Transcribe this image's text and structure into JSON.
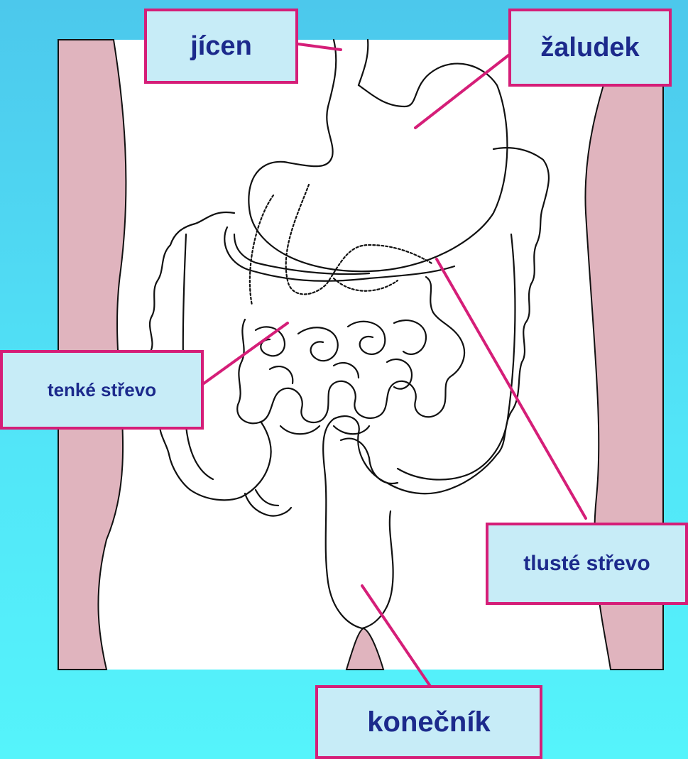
{
  "labels": {
    "esophagus": "jícen",
    "stomach": "žaludek",
    "small_intestine": "tenké střevo",
    "large_intestine": "tlusté střevo",
    "rectum": "konečník"
  },
  "colors": {
    "background_top": "#4cc8ec",
    "background_bottom": "#55f4fb",
    "body_side": "#e0b4be",
    "label_fill": "#c7ecf7",
    "label_border": "#d51e78",
    "label_text": "#1c2a8c",
    "leader_line": "#d51e78",
    "organ_stroke": "#111111"
  }
}
